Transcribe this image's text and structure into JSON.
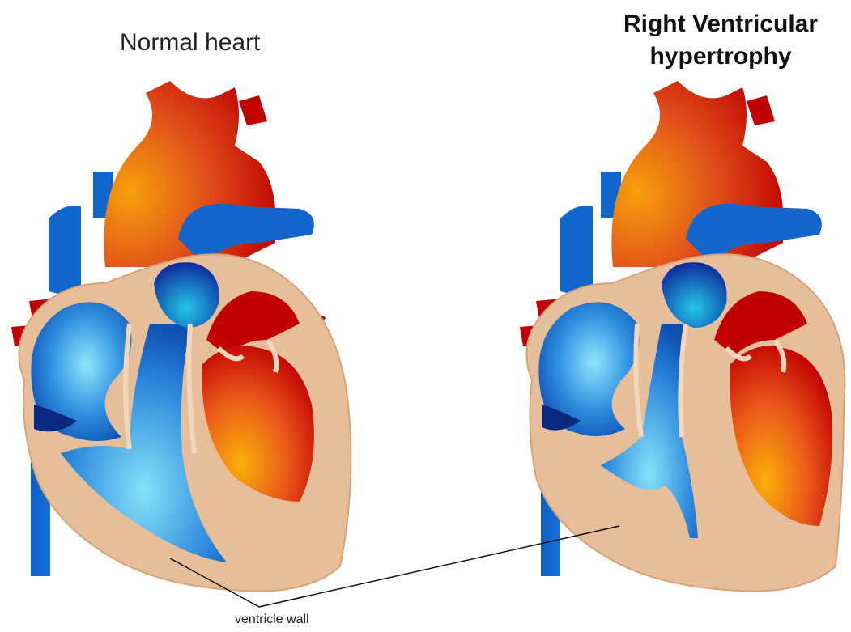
{
  "titles": {
    "normal": "Normal heart",
    "hypertrophy_line1": "Right Ventricular",
    "hypertrophy_line2": "hypertrophy"
  },
  "labels": {
    "ventricle_wall": "ventricle wall"
  },
  "colors": {
    "wall": "#E7BE9A",
    "wall_outline": "#C49A74",
    "deoxygenated": "#1565C0",
    "deoxygenated_light": "#7FE0F7",
    "oxygenated": "#C40000",
    "oxygenated_light": "#F7A20A"
  }
}
